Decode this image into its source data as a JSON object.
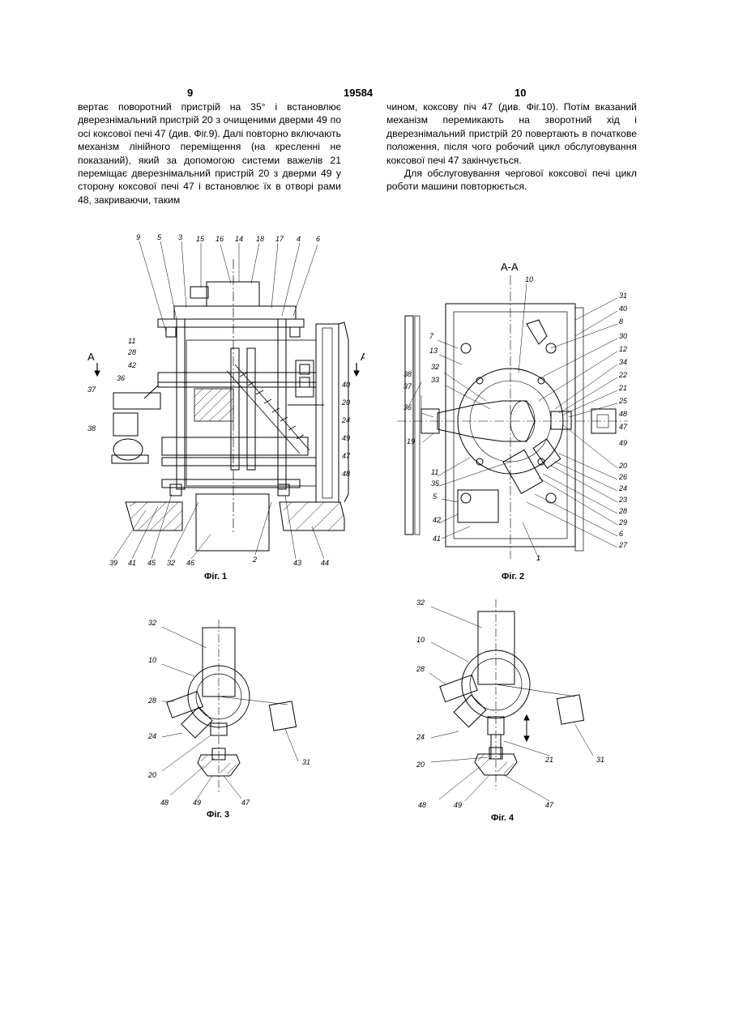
{
  "header": {
    "left_page": "9",
    "patent_number": "19584",
    "right_page": "10"
  },
  "left_column": [
    "вертає поворотний пристрій на 35° і встановлює дверезнімальний пристрій 20 з очищеними дверми 49 по осі коксової печі 47 (див. Фіг.9). Далі повторно включають механізм лінійного переміщення (на кресленні не показаний), який за допомогою системи важелів 21 переміщає дверезнімальний пристрій 20 з дверми 49 у сторону коксової печі 47 і встановлює їх в отворі рами 48, закриваючи, таким"
  ],
  "right_column": [
    "чином, коксову піч 47 (див. Фіг.10). Потім вказаний механізм перемикають на зворотний хід і дверезнімальний пристрій 20 повертають в початкове положення, після чого робочий цикл обслуговування коксової печі 47 закінчується.",
    "Для обслуговування чергової коксової печі цикл роботи машини повторюється."
  ],
  "figures": {
    "fig1": {
      "caption": "Фіг. 1",
      "section_mark": "А",
      "labels_top": [
        "9",
        "5",
        "3",
        "15",
        "16",
        "14",
        "18",
        "17",
        "4",
        "6"
      ],
      "labels_left": [
        "11",
        "28",
        "42",
        "36",
        "37",
        "38"
      ],
      "labels_right": [
        "40",
        "20",
        "24",
        "49",
        "47",
        "48"
      ],
      "labels_bottom": [
        "39",
        "41",
        "45",
        "32",
        "46",
        "2",
        "43",
        "44"
      ]
    },
    "fig2": {
      "caption": "Фіг. 2",
      "section_title": "А-А",
      "labels_left": [
        "38",
        "37",
        "36",
        "19",
        "7",
        "13",
        "32",
        "33",
        "11",
        "35",
        "5",
        "42",
        "41"
      ],
      "labels_top": [
        "10"
      ],
      "labels_right": [
        "31",
        "40",
        "8",
        "30",
        "12",
        "34",
        "22",
        "21",
        "25",
        "48",
        "47",
        "49",
        "20",
        "26",
        "24",
        "23",
        "28",
        "29",
        "6",
        "27",
        "1"
      ]
    },
    "fig3": {
      "caption": "Фіг. 3",
      "labels": [
        "32",
        "10",
        "28",
        "24",
        "20",
        "31",
        "48",
        "49",
        "47"
      ]
    },
    "fig4": {
      "caption": "Фіг. 4",
      "labels": [
        "32",
        "10",
        "28",
        "24",
        "20",
        "21",
        "31",
        "48",
        "49",
        "47"
      ]
    }
  }
}
